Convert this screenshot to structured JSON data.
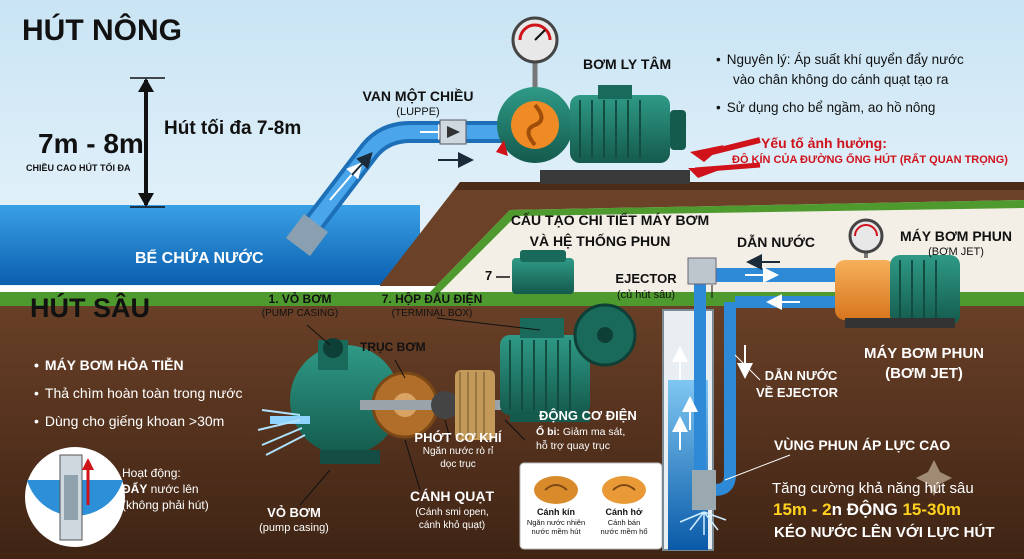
{
  "shallow": {
    "title": "HÚT NÔNG",
    "height_value": "7m - 8m",
    "height_caption": "CHIỀU CAO HÚT TỐI ĐA",
    "max_suction": "Hút tối đa 7-8m",
    "tank_label": "BỂ CHỨA NƯỚC",
    "check_valve": "VAN MỘT CHIỀU",
    "check_valve_sub": "(LUPPE)",
    "pump_title": "BƠM LY TÂM",
    "principle": "Nguyên lý: Áp suất khí quyển đẩy nước vào chân không do cánh quạt tạo ra",
    "principle_line1": "Nguyên lý: Áp suất khí quyển đẩy nước",
    "principle_line2": "vào chân không do cánh quạt tạo ra",
    "usage": "Sử dụng cho bể ngầm, ao hồ nông",
    "factor_title": "Yếu tố ảnh hưởng:",
    "factor_text": "ĐỘ KÍN CỦA ĐƯỜNG ỐNG HÚT (RẤT QUAN TRỌNG)"
  },
  "deep": {
    "title": "HÚT SÂU",
    "points": [
      "MÁY BƠM HỎA TIỄN",
      "Thả chìm hoàn toàn trong nước",
      "Dùng cho giếng khoan >30m"
    ],
    "operation_line1": "Hoạt động:",
    "operation_bold": "ĐẨY",
    "operation_line2_rest": " nước lên",
    "operation_line3": "(không phải hút)"
  },
  "detail": {
    "title_line1": "CẤU TẠO CHI TIẾT MÁY BƠM",
    "title_line2": "VÀ HỆ THỐNG PHUN",
    "casing": "1. VỎ BƠM",
    "casing_sub": "(PUMP CASING)",
    "terminal_num": "7",
    "terminal": "7. HỘP ĐẤU ĐIỆN",
    "terminal_sub": "(TERMINAL BOX)",
    "shaft": "TRỤC BƠM",
    "motor": "ĐỘNG CƠ ĐIỆN",
    "bearing_bold": "Ổ bi:",
    "bearing_text": " Giảm ma sát,",
    "bearing_text2": "hỗ trợ quay trục",
    "seal": "PHỚT CƠ KHÍ",
    "seal_sub1": "Ngăn nước rò rỉ",
    "seal_sub2": "dọc trục",
    "impeller": "CÁNH QUẠT",
    "impeller_sub1": "(Cánh smi open,",
    "impeller_sub2": "cánh khỏ quạt)",
    "casing_bottom": "VỎ BƠM",
    "casing_bottom_sub": "(pump casing)",
    "closed_title": "Cánh kín",
    "closed_sub1": "Ngăn nước nhiên",
    "closed_sub2": "nước mềm hút",
    "open_title": "Cánh hở",
    "open_sub1": "Cánh bán",
    "open_sub2": "nước mềm hổ"
  },
  "jet": {
    "ejector": "EJECTOR",
    "ejector_sub": "(củ hút sâu)",
    "water_feed": "DẪN NƯỚC",
    "pump_title": "MÁY BƠM PHUN",
    "pump_sub": "(BƠM JET)",
    "pump_title2": "MÁY BƠM PHUN",
    "pump_sub2": "(BƠM JET)",
    "return_line1": "DẪN NƯỚC",
    "return_line2": "VỀ EJECTOR",
    "spray_zone": "VÙNG PHUN ÁP LỰC CAO",
    "boost": "Tăng cường khả năng hút sâu",
    "depth_a": "15m - 2",
    "depth_mid": "n ĐỘNG ",
    "depth_b": "15-30m",
    "pull": "KÉO NƯỚC LÊN VỚI LỰC HÚT"
  },
  "colors": {
    "sky_top": "#c9e4f4",
    "soil": "#5a3620",
    "grass": "#4e9a2e",
    "water": "#2d8fd8",
    "pipe": "#2e8ad6",
    "pump_green": "#1f7a6a",
    "accent_red": "#d0121b",
    "accent_yellow": "#ffd21f"
  }
}
